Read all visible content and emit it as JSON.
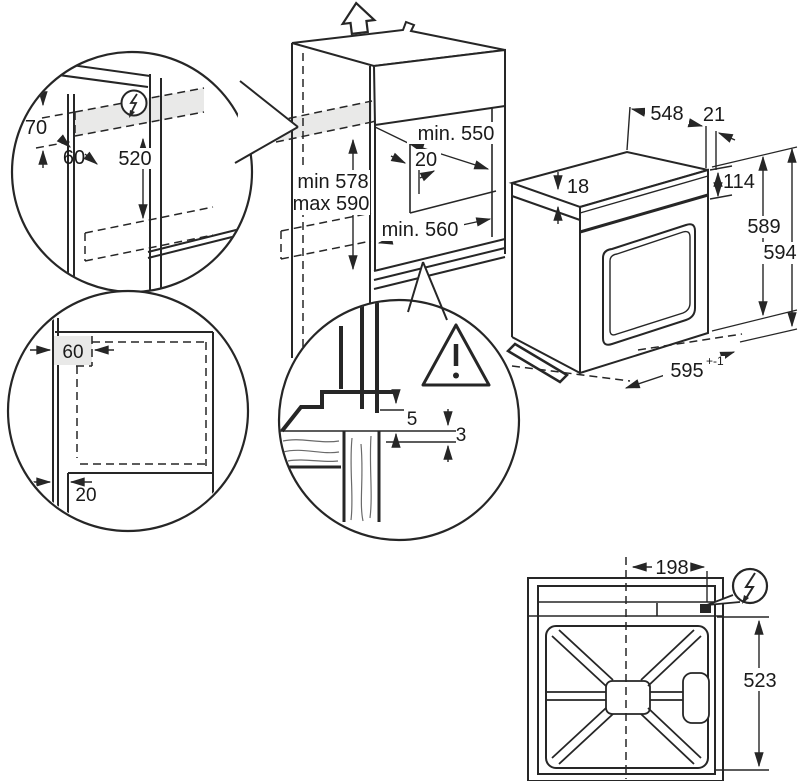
{
  "page": {
    "description": "Built-in oven installation and cabinet cut-out dimensions line drawing",
    "background": "#ffffff"
  },
  "colors": {
    "line": "#262626",
    "shade": "#e9e9e8",
    "text": "#1a1a1a"
  },
  "recess_detail": {
    "recess_height": "70",
    "recess_depth": "60",
    "recess_width": "520"
  },
  "niche": {
    "top_depth": "min. 550",
    "rear_clearance": "20",
    "height_min": "min 578",
    "height_max": "max 590",
    "bottom_depth": "min. 560"
  },
  "oven": {
    "body_depth": "548",
    "door_depth": "21",
    "top_gap": "18",
    "panel_height": "114",
    "body_height": "589",
    "overall_height": "594",
    "width": "595",
    "width_tolerance": "+-1"
  },
  "side_detail": {
    "rear_offset": "60",
    "plinth_offset": "20"
  },
  "gap_detail": {
    "upper_gap": "5",
    "lower_gap": "3"
  },
  "top_view": {
    "connection_offset": "198",
    "connection_depth": "523"
  },
  "icons": {
    "electrical_connection": "circled lightning bolt",
    "warning": "exclamation triangle",
    "direction_up": "hollow up arrow"
  }
}
